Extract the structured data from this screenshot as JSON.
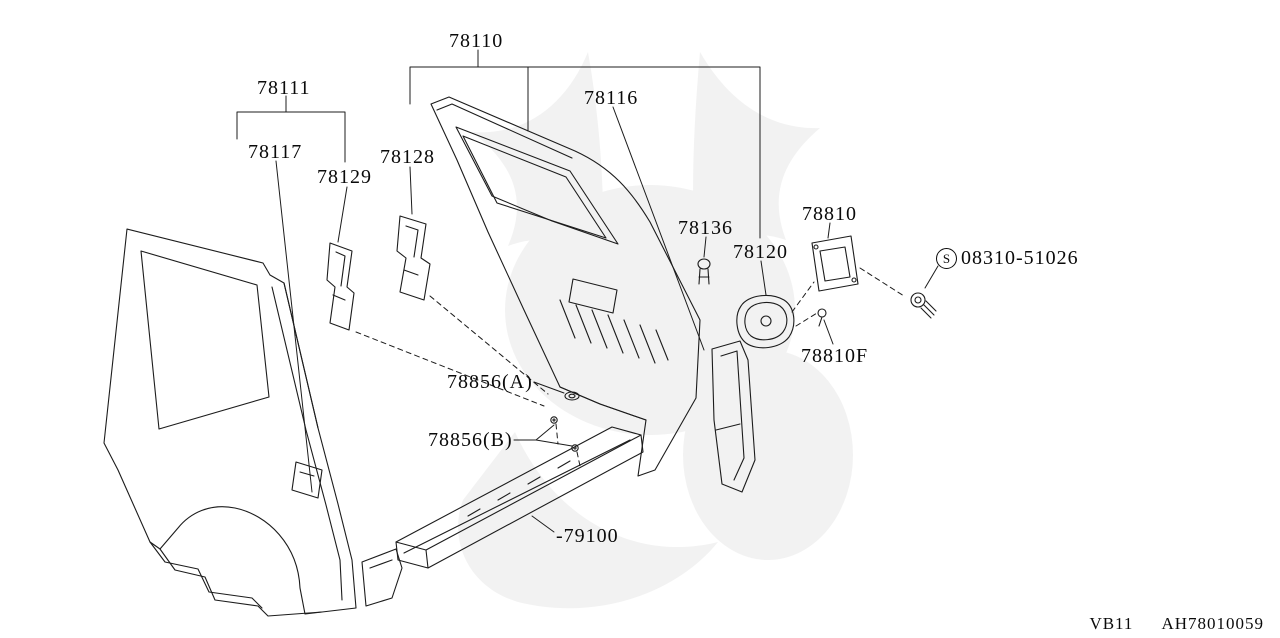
{
  "labels": {
    "l78110": "78110",
    "l78111": "78111",
    "l78117": "78117",
    "l78129": "78129",
    "l78128": "78128",
    "l78116": "78116",
    "l78136": "78136",
    "l78120": "78120",
    "l78810": "78810",
    "s_prefix": "S",
    "l08310": "08310-51026",
    "l78810F": "78810F",
    "l78856A": "78856(A)",
    "l78856B": "78856(B)",
    "l79100": "-79100"
  },
  "footer": {
    "code": "VB11",
    "drawing_number": "AH78010059"
  },
  "colors": {
    "line": "#1c1c1c",
    "background": "#ffffff",
    "watermark": "#d2d2d2"
  }
}
